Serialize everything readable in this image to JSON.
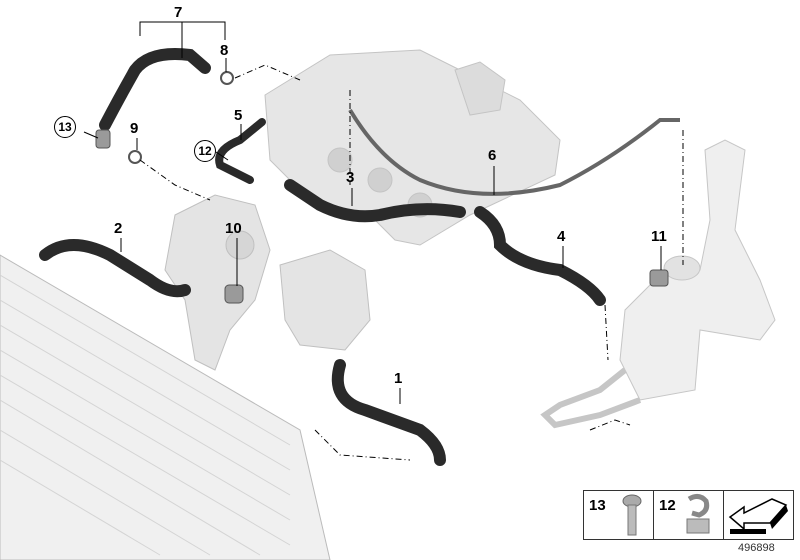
{
  "diagram": {
    "title": "Cooling system hoses",
    "callouts": [
      {
        "id": "7",
        "label": "7"
      },
      {
        "id": "8",
        "label": "8"
      },
      {
        "id": "13",
        "label": "13",
        "circled": true
      },
      {
        "id": "9",
        "label": "9"
      },
      {
        "id": "5",
        "label": "5"
      },
      {
        "id": "12",
        "label": "12",
        "circled": true
      },
      {
        "id": "6",
        "label": "6"
      },
      {
        "id": "3",
        "label": "3"
      },
      {
        "id": "2",
        "label": "2"
      },
      {
        "id": "10",
        "label": "10"
      },
      {
        "id": "4",
        "label": "4"
      },
      {
        "id": "11",
        "label": "11"
      },
      {
        "id": "1",
        "label": "1"
      }
    ],
    "legend": [
      {
        "label": "13",
        "icon": "screw-icon"
      },
      {
        "label": "12",
        "icon": "clip-icon"
      },
      {
        "label": "",
        "icon": "arrow-icon"
      }
    ],
    "image_number": "496898"
  }
}
